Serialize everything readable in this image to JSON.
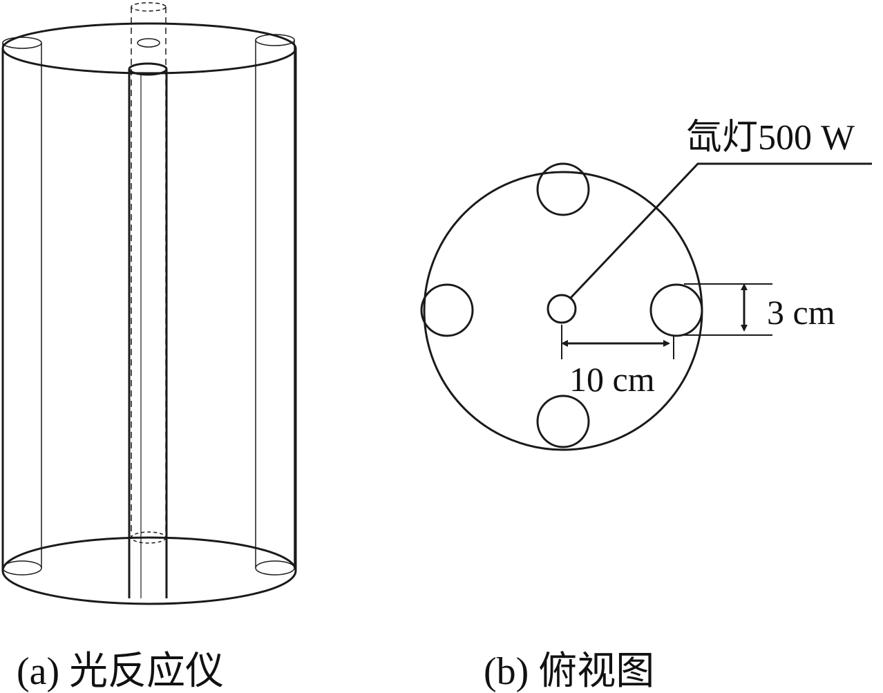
{
  "diagram": {
    "stroke_color": "#1a1a1a",
    "background": "#ffffff",
    "panel_a": {
      "caption": "(a) 光反应仪"
    },
    "panel_b": {
      "caption": "(b) 俯视图",
      "lamp_label": "氙灯500 W",
      "tube_diameter_label": "3 cm",
      "distance_label": "10 cm"
    }
  }
}
